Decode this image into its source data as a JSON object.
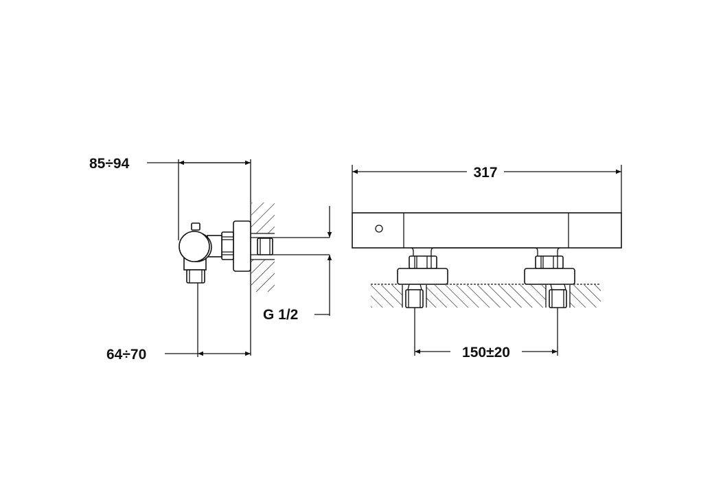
{
  "drawing": {
    "side_view": {
      "dim_top": "85÷94",
      "dim_bottom": "64÷70",
      "dim_thread": "G 1/2"
    },
    "front_view": {
      "dim_width": "317",
      "dim_centers": "150±20"
    }
  }
}
